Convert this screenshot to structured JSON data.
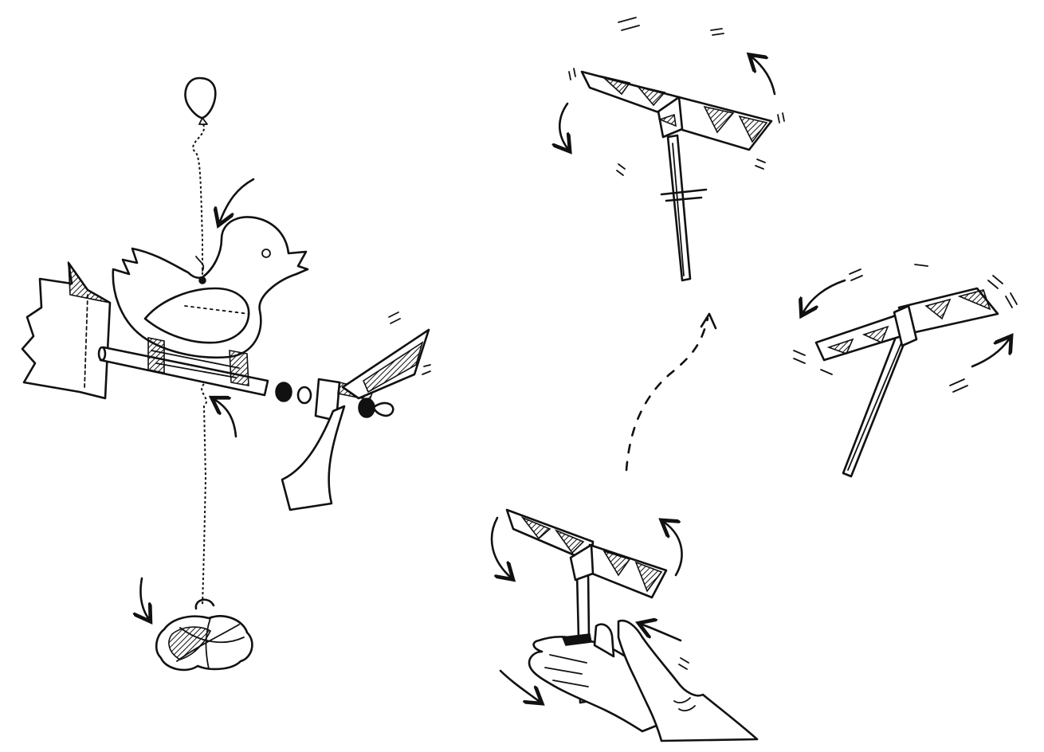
{
  "figure": {
    "panels": [
      "bird-whirligig-toy",
      "propeller-launched-by-hands",
      "propeller-flying",
      "propeller-spinning-tilted"
    ],
    "icons": [
      "balloon-icon",
      "bird-icon",
      "weight-bundle-icon",
      "propeller-icon",
      "hands-icon",
      "rotation-arrow-icon",
      "flight-path-icon"
    ],
    "ink_color": "#111111",
    "paper_color": "#ffffff"
  }
}
